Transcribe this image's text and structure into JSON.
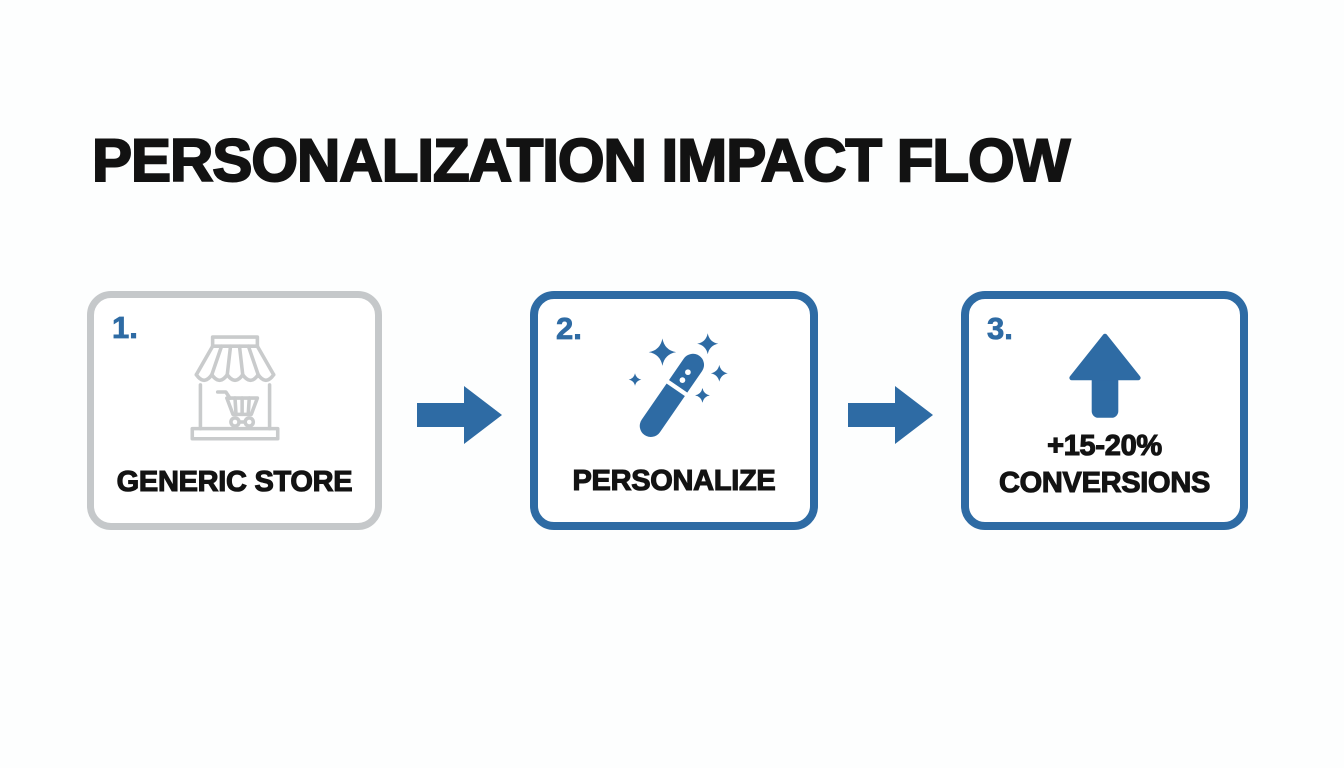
{
  "title": "PERSONALIZATION IMPACT FLOW",
  "colors": {
    "accent_blue": "#2e6ba4",
    "neutral_border_gray": "#c5c8ca",
    "icon_gray": "#c9cbcc",
    "text_black": "#131313",
    "background": "#fdfefe"
  },
  "steps": [
    {
      "number": "1.",
      "label": "GENERIC STORE",
      "icon": "storefront-cart-icon",
      "border_style": "gray"
    },
    {
      "number": "2.",
      "label": "PERSONALIZE",
      "icon": "magic-wand-icon",
      "border_style": "blue"
    },
    {
      "number": "3.",
      "label_line1": "+15-20%",
      "label_line2": "CONVERSIONS",
      "icon": "up-arrow-icon",
      "border_style": "blue"
    }
  ],
  "connectors": [
    {
      "icon": "right-arrow-icon"
    },
    {
      "icon": "right-arrow-icon"
    }
  ]
}
